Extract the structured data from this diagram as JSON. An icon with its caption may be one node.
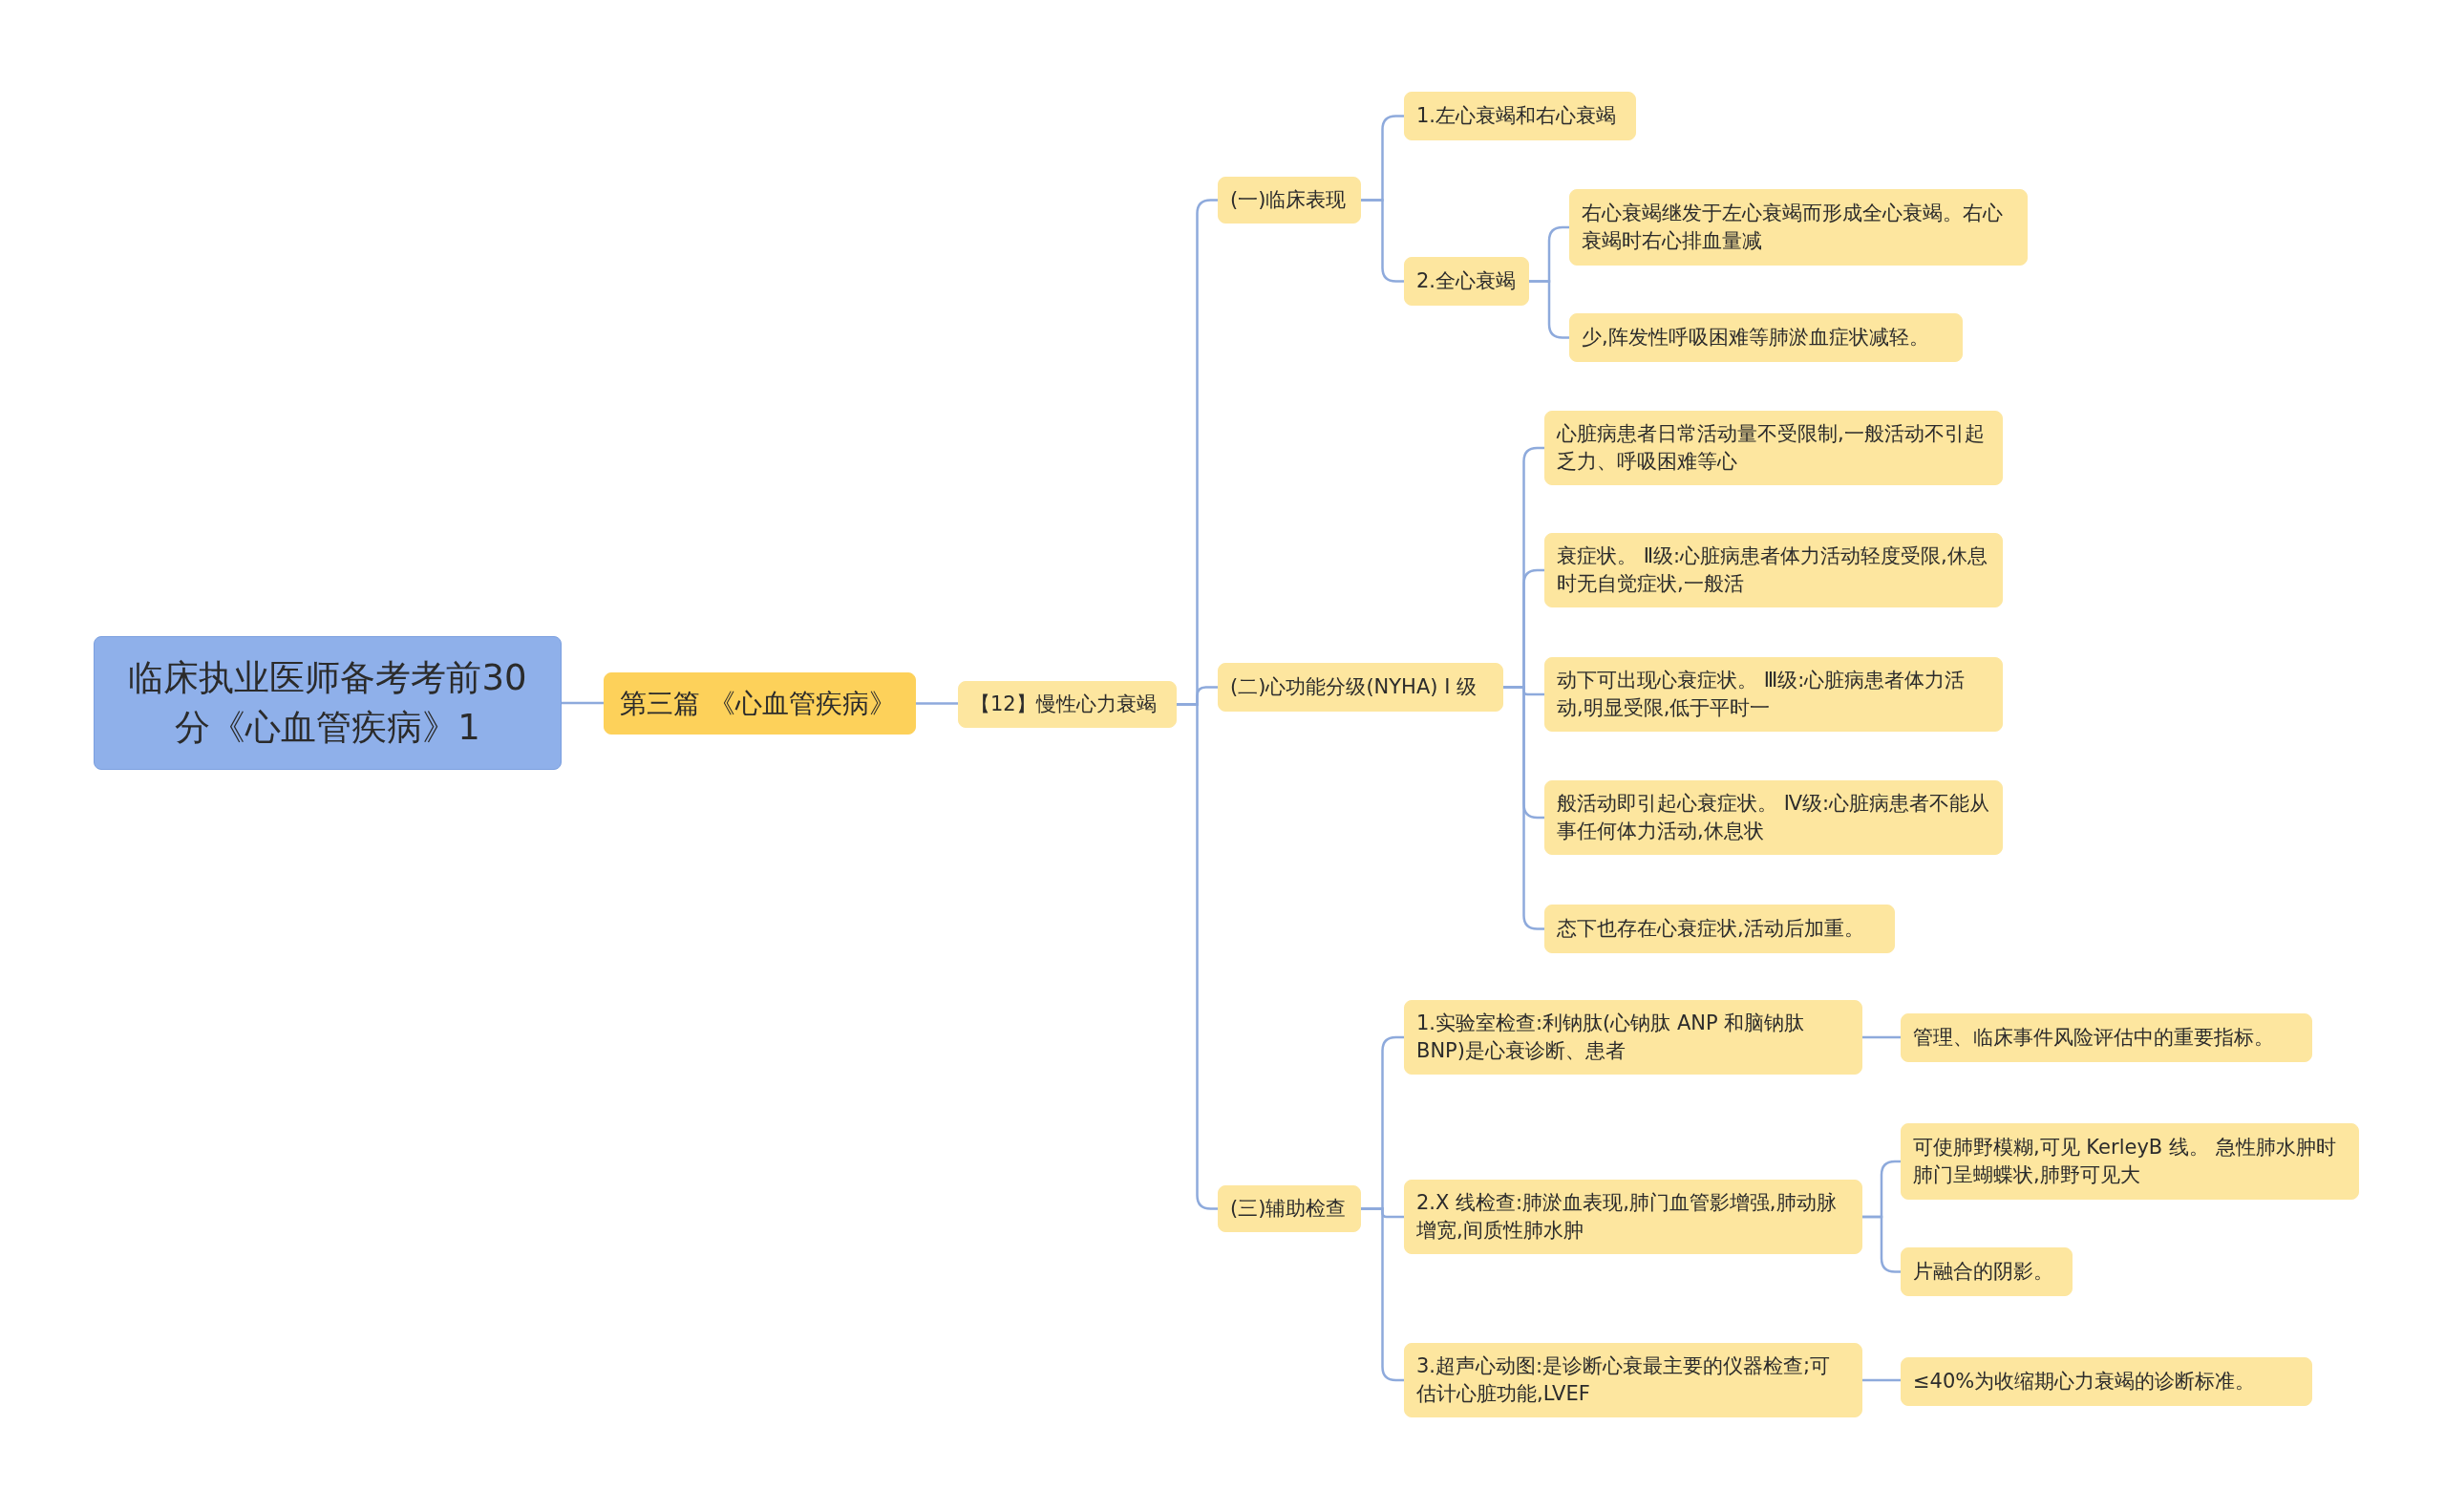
{
  "diagram": {
    "nodes": [
      {
        "text": [
          "临床执业医师备考考前30分《心血管疾病》1"
        ]
      },
      {
        "text": [
          "第三篇 《心血管疾病》"
        ]
      },
      {
        "text": [
          "【12】慢性心力衰竭"
        ]
      },
      {
        "text": [
          "(一)临床表现"
        ]
      },
      {
        "text": [
          "1.左心衰竭和右心衰竭"
        ]
      },
      {
        "text": [
          "2.全心衰竭"
        ]
      },
      {
        "text": [
          "右心衰竭继发于左心衰竭而形成全心衰竭。右心衰竭时右心排血量减"
        ]
      },
      {
        "text": [
          "少,阵发性呼吸困难等肺淤血症状减轻。"
        ]
      },
      {
        "text": [
          "(二)心功能分级(NYHA) Ⅰ 级"
        ]
      },
      {
        "text": [
          "心脏病患者日常活动量不受限制,一般活动不引起乏力、呼吸困难等心"
        ]
      },
      {
        "text": [
          "衰症状。 Ⅱ级:心脏病患者体力活动轻度受限,休息时无自觉症状,一般活"
        ]
      },
      {
        "text": [
          "动下可出现心衰症状。 Ⅲ级:心脏病患者体力活动,明显受限,低于平时一"
        ]
      },
      {
        "text": [
          "般活动即引起心衰症状。 Ⅳ级:心脏病患者不能从事任何体力活动,休息状"
        ]
      },
      {
        "text": [
          "态下也存在心衰症状,活动后加重。"
        ]
      },
      {
        "text": [
          "(三)辅助检查"
        ]
      },
      {
        "text": [
          "1.实验室检查:利钠肽(心钠肽 ANP 和脑钠肽 BNP)是心衰诊断、患者"
        ]
      },
      {
        "text": [
          "管理、临床事件风险评估中的重要指标。"
        ]
      },
      {
        "text": [
          "2.X 线检查:肺淤血表现,肺门血管影增强,肺动脉增宽,间质性肺水肿"
        ]
      },
      {
        "text": [
          "可使肺野模糊,可见 KerleyB 线。 急性肺水肿时肺门呈蝴蝶状,肺野可见大"
        ]
      },
      {
        "text": [
          "片融合的阴影。"
        ]
      },
      {
        "text": [
          "3.超声心动图:是诊断心衰最主要的仪器检查;可估计心脏功能,LVEF"
        ]
      },
      {
        "text": [
          "≤40%为收缩期心力衰竭的诊断标准。"
        ]
      }
    ],
    "edges": [
      {
        "from": 0,
        "to": 1,
        "arrow": "none"
      },
      {
        "from": 1,
        "to": 2,
        "arrow": "none"
      },
      {
        "from": 2,
        "to": 3,
        "arrow": "none"
      },
      {
        "from": 2,
        "to": 8,
        "arrow": "none"
      },
      {
        "from": 2,
        "to": 14,
        "arrow": "none"
      },
      {
        "from": 3,
        "to": 4,
        "arrow": "none"
      },
      {
        "from": 3,
        "to": 5,
        "arrow": "none"
      },
      {
        "from": 5,
        "to": 6,
        "arrow": "none"
      },
      {
        "from": 5,
        "to": 7,
        "arrow": "none"
      },
      {
        "from": 8,
        "to": 9,
        "arrow": "none"
      },
      {
        "from": 8,
        "to": 10,
        "arrow": "none"
      },
      {
        "from": 8,
        "to": 11,
        "arrow": "none"
      },
      {
        "from": 8,
        "to": 12,
        "arrow": "none"
      },
      {
        "from": 8,
        "to": 13,
        "arrow": "none"
      },
      {
        "from": 14,
        "to": 15,
        "arrow": "none"
      },
      {
        "from": 14,
        "to": 17,
        "arrow": "none"
      },
      {
        "from": 14,
        "to": 20,
        "arrow": "none"
      },
      {
        "from": 15,
        "to": 16,
        "arrow": "none"
      },
      {
        "from": 17,
        "to": 18,
        "arrow": "none"
      },
      {
        "from": 17,
        "to": 19,
        "arrow": "none"
      },
      {
        "from": 20,
        "to": 21,
        "arrow": "none"
      }
    ]
  }
}
